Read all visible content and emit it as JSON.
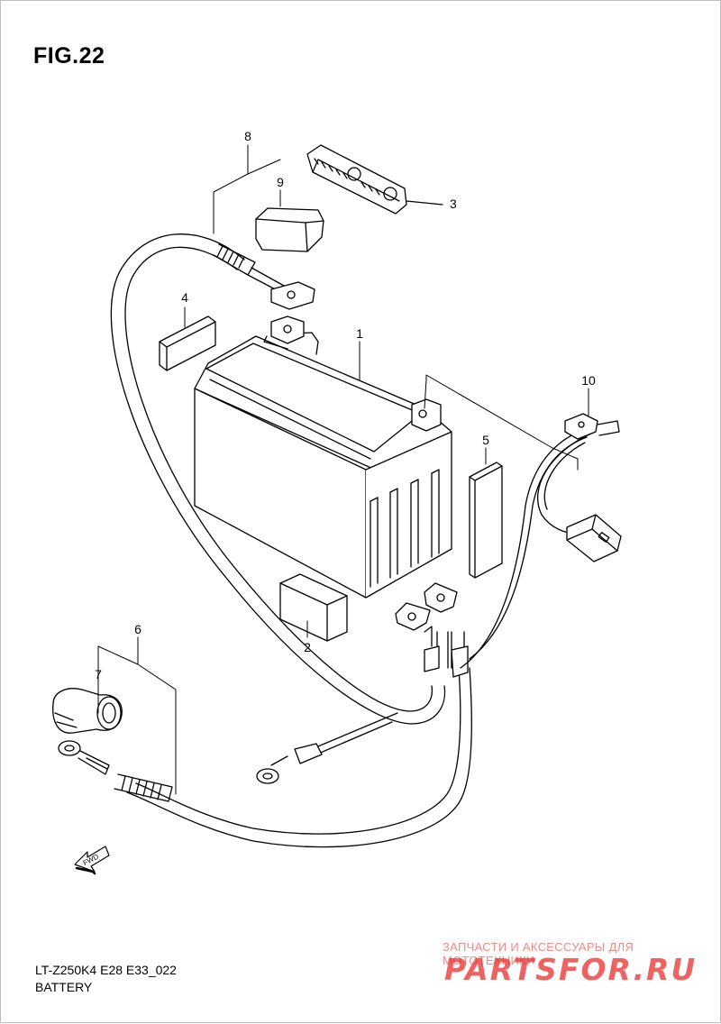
{
  "figure": {
    "title": "FIG.22"
  },
  "footer": {
    "model_code": "LT-Z250K4 E28 E33_022",
    "section_name": "BATTERY"
  },
  "callouts": [
    "1",
    "2",
    "3",
    "4",
    "5",
    "6",
    "7",
    "8",
    "9",
    "10"
  ],
  "fwd_label": "FWD",
  "watermark": {
    "tagline": "ЗАПЧАСТИ И АКСЕССУАРЫ ДЛЯ МОТОТЕХНИКИ",
    "logo": "PARTSFOR.RU"
  },
  "colors": {
    "line": "#000000",
    "watermark": "#e8302e"
  }
}
